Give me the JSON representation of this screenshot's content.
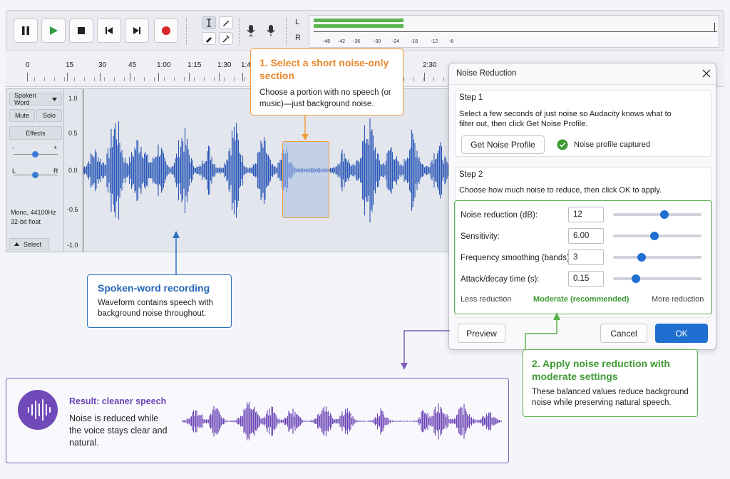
{
  "toolbar": {
    "meter_left": "L",
    "meter_right": "R",
    "meter_ticks": [
      "-48",
      "-42",
      "-36",
      "-30",
      "-24",
      "-18",
      "-12",
      "-6"
    ]
  },
  "ruler": {
    "ticks": [
      "0",
      "15",
      "30",
      "45",
      "1:00",
      "1:15",
      "1:30",
      "1:4",
      "2:30"
    ]
  },
  "track": {
    "name": "Spoken Word",
    "mute": "Mute",
    "solo": "Solo",
    "effects": "Effects",
    "pan_left": "L",
    "pan_right": "R",
    "gain_minus": "-",
    "gain_plus": "+",
    "info_line1": "Mono, 44100Hz",
    "info_line2": "32-bit float",
    "select": "Select",
    "y_labels": [
      "1.0",
      "0.5",
      "0.0",
      "-0.5",
      "-1.0"
    ]
  },
  "callout_select": {
    "title": "1. Select a short noise-only section",
    "text": "Choose a portion with no speech (or music)—just background noise."
  },
  "callout_recording": {
    "title": "Spoken-word recording",
    "text": "Waveform contains speech with background noise throughout."
  },
  "callout_apply": {
    "title": "2. Apply noise reduction with moderate settings",
    "text": "These balanced values reduce background noise while preserving natural speech."
  },
  "result": {
    "title": "Result: cleaner speech",
    "text": "Noise is reduced while the voice stays clear and natural."
  },
  "dialog": {
    "title": "Noise Reduction",
    "step1": {
      "heading": "Step 1",
      "text": "Select a few seconds of just noise so Audacity knows what to filter out, then click Get Noise Profile.",
      "button": "Get Noise Profile",
      "status": "Noise profile captured"
    },
    "step2": {
      "heading": "Step 2",
      "text": "Choose how much noise to reduce, then click OK to apply."
    },
    "params": [
      {
        "label": "Noise reduction (dB):",
        "value": "12",
        "level": 0.58
      },
      {
        "label": "Sensitivity:",
        "value": "6.00",
        "level": 0.47
      },
      {
        "label": "Frequency smoothing (bands):",
        "value": "3",
        "level": 0.32
      },
      {
        "label": "Attack/decay time (s):",
        "value": "0.15",
        "level": 0.26
      }
    ],
    "scale_left": "Less reduction",
    "scale_mid": "Moderate (recommended)",
    "scale_right": "More reduction",
    "preview": "Preview",
    "cancel": "Cancel",
    "ok": "OK"
  },
  "colors": {
    "waveform": "#2a57b8",
    "result_waveform": "#6a45b5",
    "orange": "#f29a3b",
    "green": "#3f9a35",
    "blue_accent": "#1f6fd1",
    "record_red": "#d9262b",
    "play_green": "#2e9a3e"
  }
}
